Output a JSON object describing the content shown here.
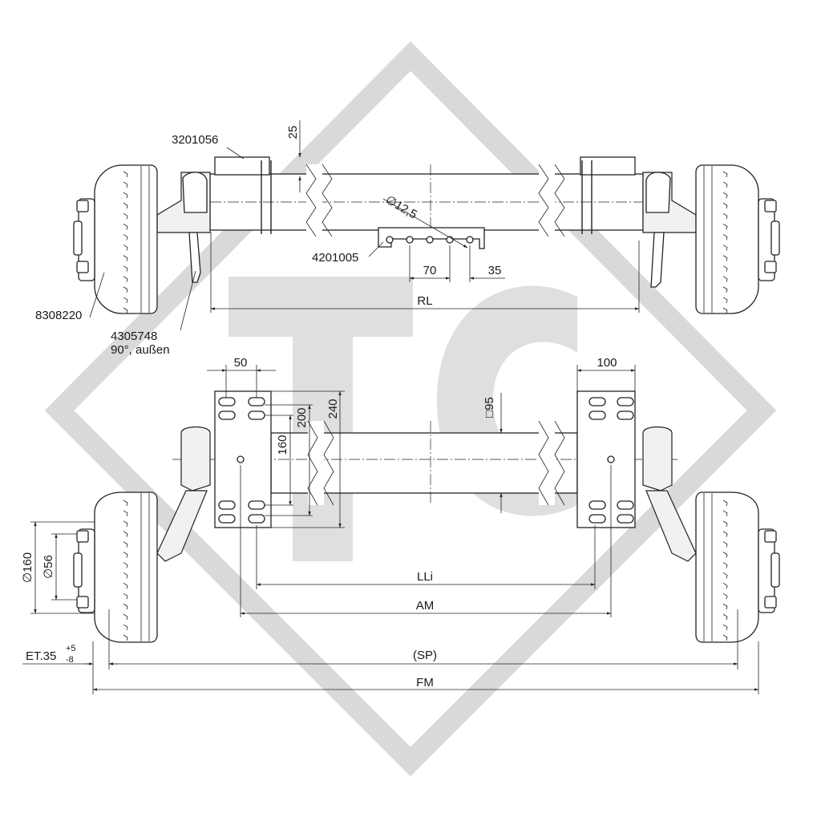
{
  "watermark": {
    "text": "TC",
    "color": "#d9d9d9"
  },
  "top_view": {
    "part_u_bolt": "3201056",
    "part_bracket": "4201005",
    "part_shock": "4305748",
    "part_shock_note": "90°, außen",
    "part_hub": "8308220",
    "dim_25": "25",
    "dim_hole": "∅12,5",
    "dim_70": "70",
    "dim_35": "35",
    "dim_rl": "RL"
  },
  "bottom_view": {
    "dim_50": "50",
    "dim_100": "100",
    "dim_200": "200",
    "dim_240": "240",
    "dim_160": "160",
    "dim_square": "□95",
    "dim_d160": "∅160",
    "dim_d56": "∅56",
    "et_label": "ET.35",
    "et_plus": "+5",
    "et_minus": "-8",
    "dim_lli": "LLi",
    "dim_am": "AM",
    "dim_sp": "(SP)",
    "dim_fm": "FM"
  },
  "colors": {
    "line": "#222222",
    "watermark": "#d9d9d9"
  }
}
